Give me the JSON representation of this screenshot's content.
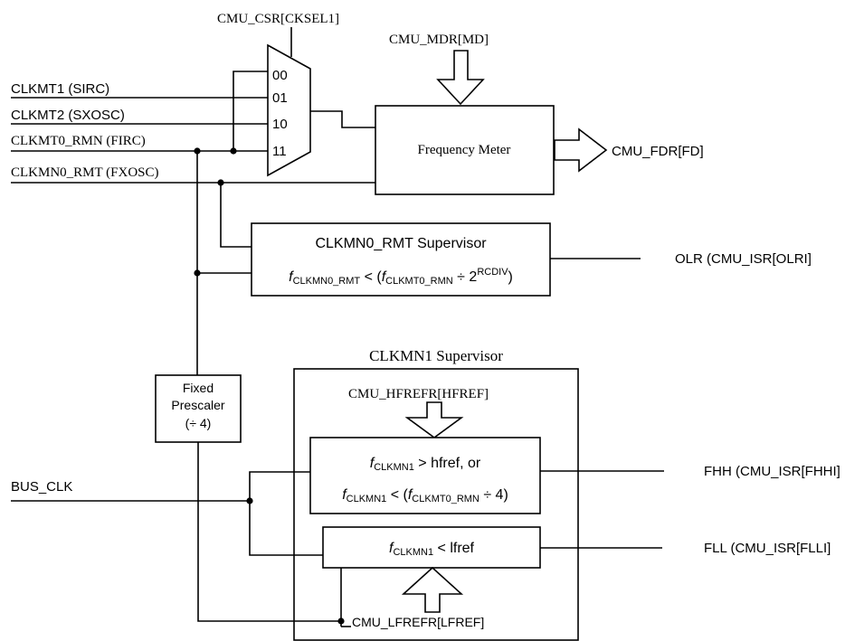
{
  "inputs": {
    "clkmt1": "CLKMT1 (SIRC)",
    "clkmt2": "CLKMT2 (SXOSC)",
    "clkmt0": "CLKMT0_RMN (FIRC)",
    "clkmn0": "CLKMN0_RMT (FXOSC)",
    "bus_clk": "BUS_CLK"
  },
  "mux": {
    "select_label": "CMU_CSR[CKSEL1]",
    "port_00": "00",
    "port_01": "01",
    "port_10": "10",
    "port_11": "11"
  },
  "freq_meter": {
    "label": "Frequency Meter",
    "input_reg": "CMU_MDR[MD]",
    "output_reg": "CMU_FDR[FD]"
  },
  "clkmn0_supervisor": {
    "title": "CLKMN0_RMT Supervisor",
    "f_symbol": "f",
    "lhs_sub": "CLKMN0_RMT",
    "mid": " < (",
    "rhs_f": "f",
    "rhs_sub": "CLKMT0_RMN",
    "rhs_div": " ÷ 2",
    "rhs_sup": "RCDIV",
    "rhs_close": ")",
    "output": "OLR (CMU_ISR[OLRI]"
  },
  "prescaler": {
    "line1": "Fixed",
    "line2": "Prescaler",
    "line3": "(÷ 4)"
  },
  "clkmn1_supervisor": {
    "title": "CLKMN1 Supervisor",
    "hfref_reg": "CMU_HFREFR[HFREF]",
    "lfref_reg": "CMU_LFREFR[LFREF]",
    "high_cond": {
      "f1": "f",
      "sub1": "CLKMN1",
      "text1": " > hfref, or",
      "f2": "f",
      "sub2": "CLKMN1",
      "text2": " < (",
      "f3": "f",
      "sub3": "CLKMT0_RMN",
      "text3": " ÷ 4)"
    },
    "low_cond": {
      "f": "f",
      "sub": "CLKMN1",
      "text": " < lfref"
    },
    "fhh_output": "FHH (CMU_ISR[FHHI]",
    "fll_output": "FLL (CMU_ISR[FLLI]"
  }
}
